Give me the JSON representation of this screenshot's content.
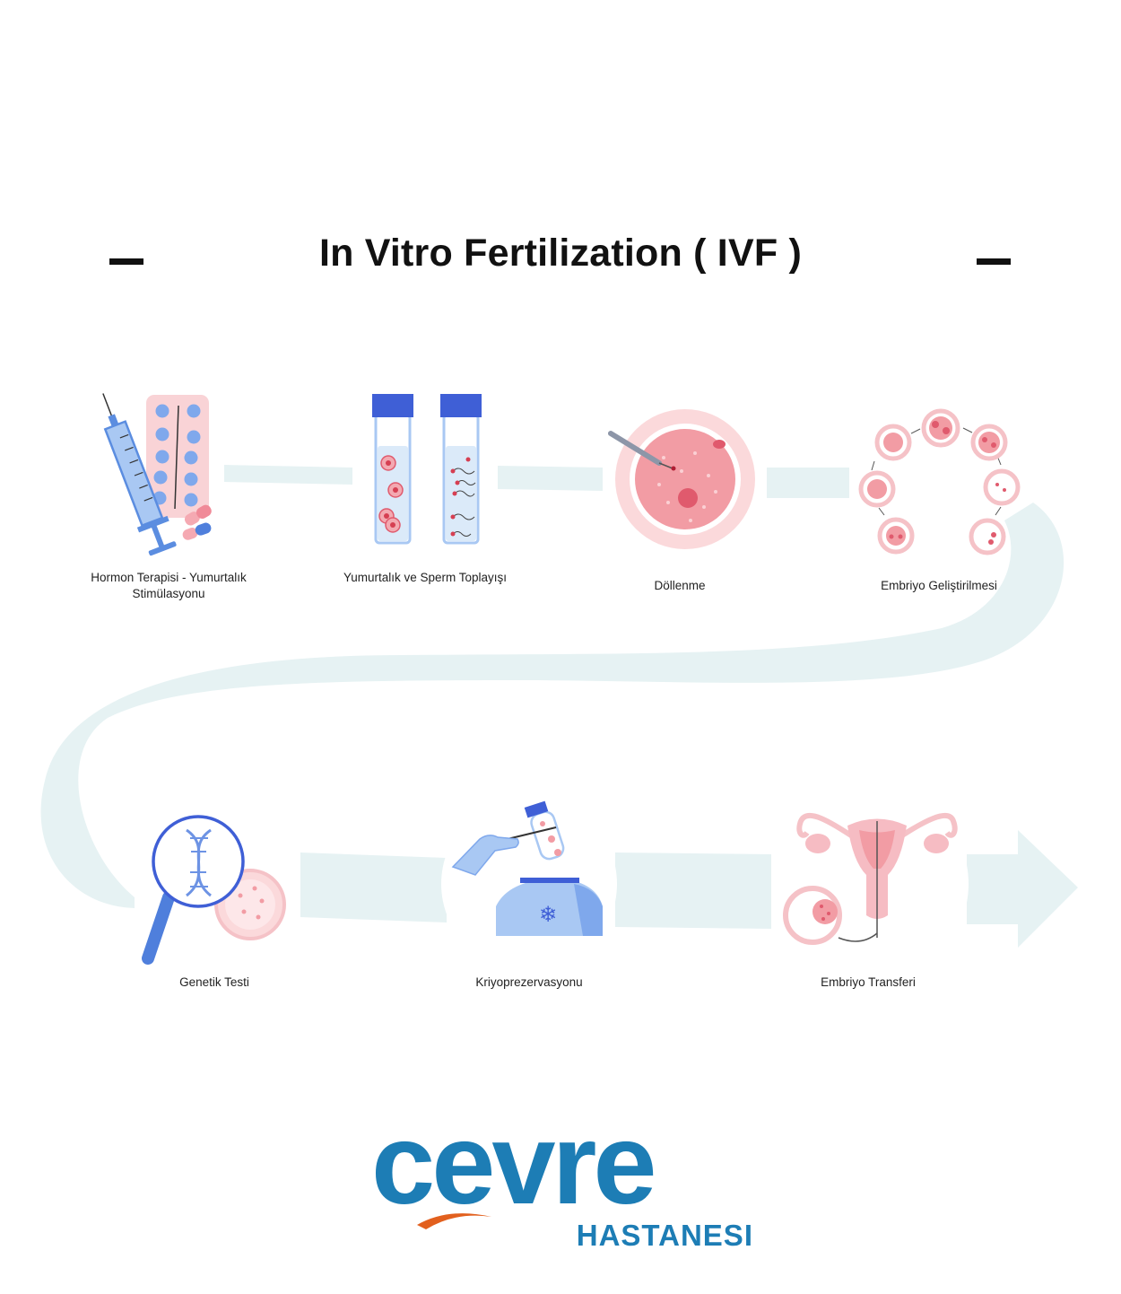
{
  "title": "In Vitro Fertilization ( IVF )",
  "steps": [
    {
      "label": "Hormon Terapisi - Yumurtalık Stimülasyonu",
      "icon": "syringe-pills-icon"
    },
    {
      "label": "Yumurtalık ve Sperm Toplayışı",
      "icon": "test-tubes-icon"
    },
    {
      "label": "Döllenme",
      "icon": "egg-fertilization-icon"
    },
    {
      "label": "Embriyo Geliştirilmesi",
      "icon": "embryo-development-icon"
    },
    {
      "label": "Genetik Testi",
      "icon": "dna-magnifier-icon"
    },
    {
      "label": "Kriyoprezervasyonu",
      "icon": "cryo-freezer-icon"
    },
    {
      "label": "Embriyo Transferi",
      "icon": "uterus-icon"
    }
  ],
  "logo": {
    "name": "cevre",
    "subtitle": "HASTANESI"
  },
  "colors": {
    "flow": "#e6f2f3",
    "blue": "#5b8de0",
    "pink": "#f3a9b1",
    "brand": "#1d7db5",
    "accent": "#e2601e"
  }
}
